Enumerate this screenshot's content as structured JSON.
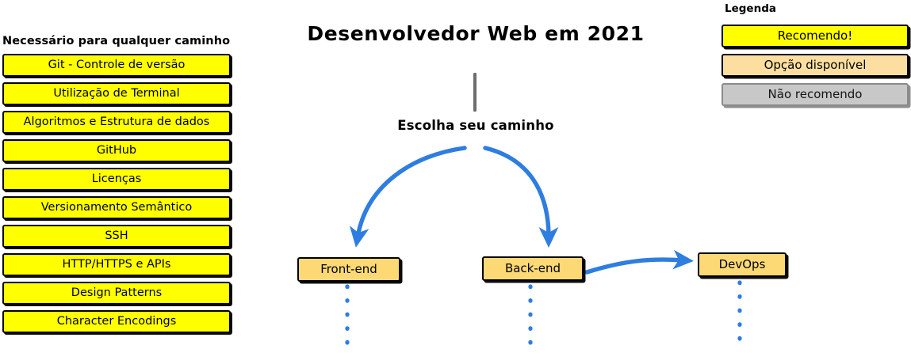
{
  "title": "Desenvolvedor Web em 2021",
  "left_column": {
    "heading": "Necessário para qualquer caminho",
    "items": [
      {
        "label": "Git - Controle de versão",
        "style": "recommend"
      },
      {
        "label": "Utilização de Terminal",
        "style": "recommend"
      },
      {
        "label": "Algoritmos e Estrutura de dados",
        "style": "recommend"
      },
      {
        "label": "GitHub",
        "style": "recommend"
      },
      {
        "label": "Licenças",
        "style": "recommend"
      },
      {
        "label": "Versionamento Semântico",
        "style": "recommend"
      },
      {
        "label": "SSH",
        "style": "recommend"
      },
      {
        "label": "HTTP/HTTPS e APIs",
        "style": "recommend"
      },
      {
        "label": "Design Patterns",
        "style": "recommend"
      },
      {
        "label": "Character Encodings",
        "style": "recommend"
      }
    ]
  },
  "flow": {
    "choose_label": "Escolha seu caminho",
    "paths": [
      {
        "label": "Front-end",
        "style": "available"
      },
      {
        "label": "Back-end",
        "style": "available"
      },
      {
        "label": "DevOps",
        "style": "available"
      }
    ],
    "arrow_color": "#2e7de0",
    "stem_color": "#6e6e6e",
    "dotted_color": "#2e7de0"
  },
  "legend": {
    "title": "Legenda",
    "items": [
      {
        "label": "Recomendo!",
        "fill": "#ffff00",
        "border": "#000000"
      },
      {
        "label": "Opção disponível",
        "fill": "#fcdfa0",
        "border": "#000000"
      },
      {
        "label": "Não recomendo",
        "fill": "#c8c8c8",
        "border": "#8a8a8a"
      }
    ]
  }
}
